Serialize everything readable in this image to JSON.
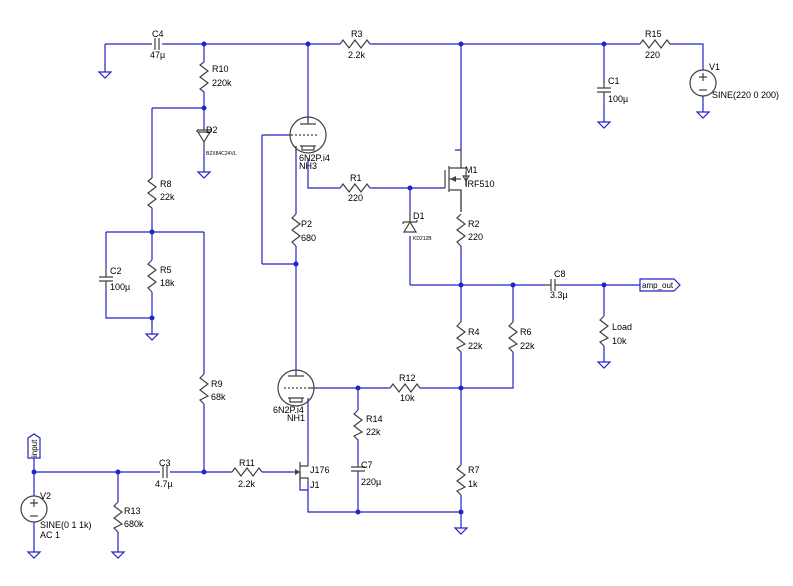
{
  "schematic": {
    "components": {
      "C4": {
        "ref": "C4",
        "value": "47µ"
      },
      "R3": {
        "ref": "R3",
        "value": "2.2k"
      },
      "R15": {
        "ref": "R15",
        "value": "220"
      },
      "V1": {
        "ref": "V1",
        "value": "SINE(220 0 200)"
      },
      "C1": {
        "ref": "C1",
        "value": "100µ"
      },
      "R10": {
        "ref": "R10",
        "value": "220k"
      },
      "D2": {
        "ref": "D2",
        "value": "BZX84C24VL"
      },
      "NH3": {
        "ref": "NH3",
        "value": "6N2P.i4"
      },
      "M1": {
        "ref": "M1",
        "value": "IRF510"
      },
      "R1": {
        "ref": "R1",
        "value": "220"
      },
      "R8": {
        "ref": "R8",
        "value": "22k"
      },
      "P2": {
        "ref": "P2",
        "value": "680"
      },
      "D1": {
        "ref": "D1",
        "value": "KD212B"
      },
      "R2": {
        "ref": "R2",
        "value": "220"
      },
      "C2": {
        "ref": "C2",
        "value": "100µ"
      },
      "R5": {
        "ref": "R5",
        "value": "18k"
      },
      "C8": {
        "ref": "C8",
        "value": "3.3µ"
      },
      "Load": {
        "ref": "Load",
        "value": "10k"
      },
      "R4": {
        "ref": "R4",
        "value": "22k"
      },
      "R6": {
        "ref": "R6",
        "value": "22k"
      },
      "R9": {
        "ref": "R9",
        "value": "68k"
      },
      "NH1": {
        "ref": "NH1",
        "value": "6N2P.i4"
      },
      "R12": {
        "ref": "R12",
        "value": "10k"
      },
      "R14": {
        "ref": "R14",
        "value": "22k"
      },
      "C7": {
        "ref": "C7",
        "value": "220µ"
      },
      "C3": {
        "ref": "C3",
        "value": "4.7µ"
      },
      "R11": {
        "ref": "R11",
        "value": "2.2k"
      },
      "J1": {
        "ref": "J1",
        "value": "J176"
      },
      "R7": {
        "ref": "R7",
        "value": "1k"
      },
      "V2": {
        "ref": "V2",
        "value": "SINE(0 1 1k)",
        "value2": "AC 1"
      },
      "R13": {
        "ref": "R13",
        "value": "680k"
      }
    },
    "net_labels": {
      "input": "input",
      "amp_out": "amp_out"
    },
    "colors": {
      "wire": "#2323c8",
      "component": "#404040",
      "background": "#ffffff"
    }
  }
}
